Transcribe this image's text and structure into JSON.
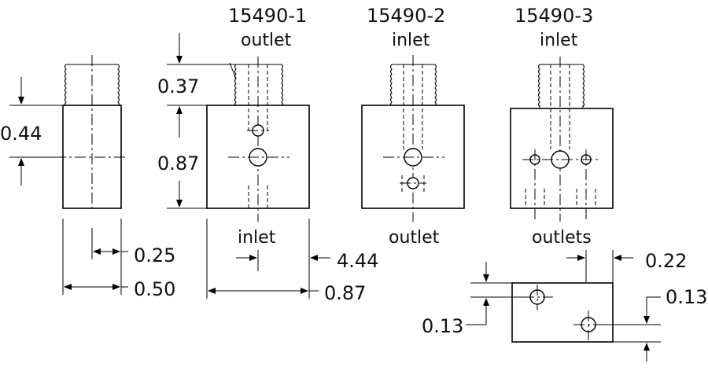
{
  "views": {
    "v1": {
      "title": "15490-1",
      "top_port": "outlet",
      "bottom_port": "inlet"
    },
    "v2": {
      "title": "15490-2",
      "top_port": "inlet",
      "bottom_port": "outlet"
    },
    "v3": {
      "title": "15490-3",
      "top_port": "inlet",
      "bottom_port": "outlets"
    }
  },
  "dimensions": {
    "side_height": "0.44",
    "side_offset": "0.25",
    "side_width": "0.50",
    "thread_length": "0.37",
    "block_height": "0.87",
    "block_offset": "4.44",
    "block_width": "0.87",
    "top_view_offset_right": "0.22",
    "top_view_offset_left": "0.13",
    "top_view_offset_bottom": "0.13"
  }
}
